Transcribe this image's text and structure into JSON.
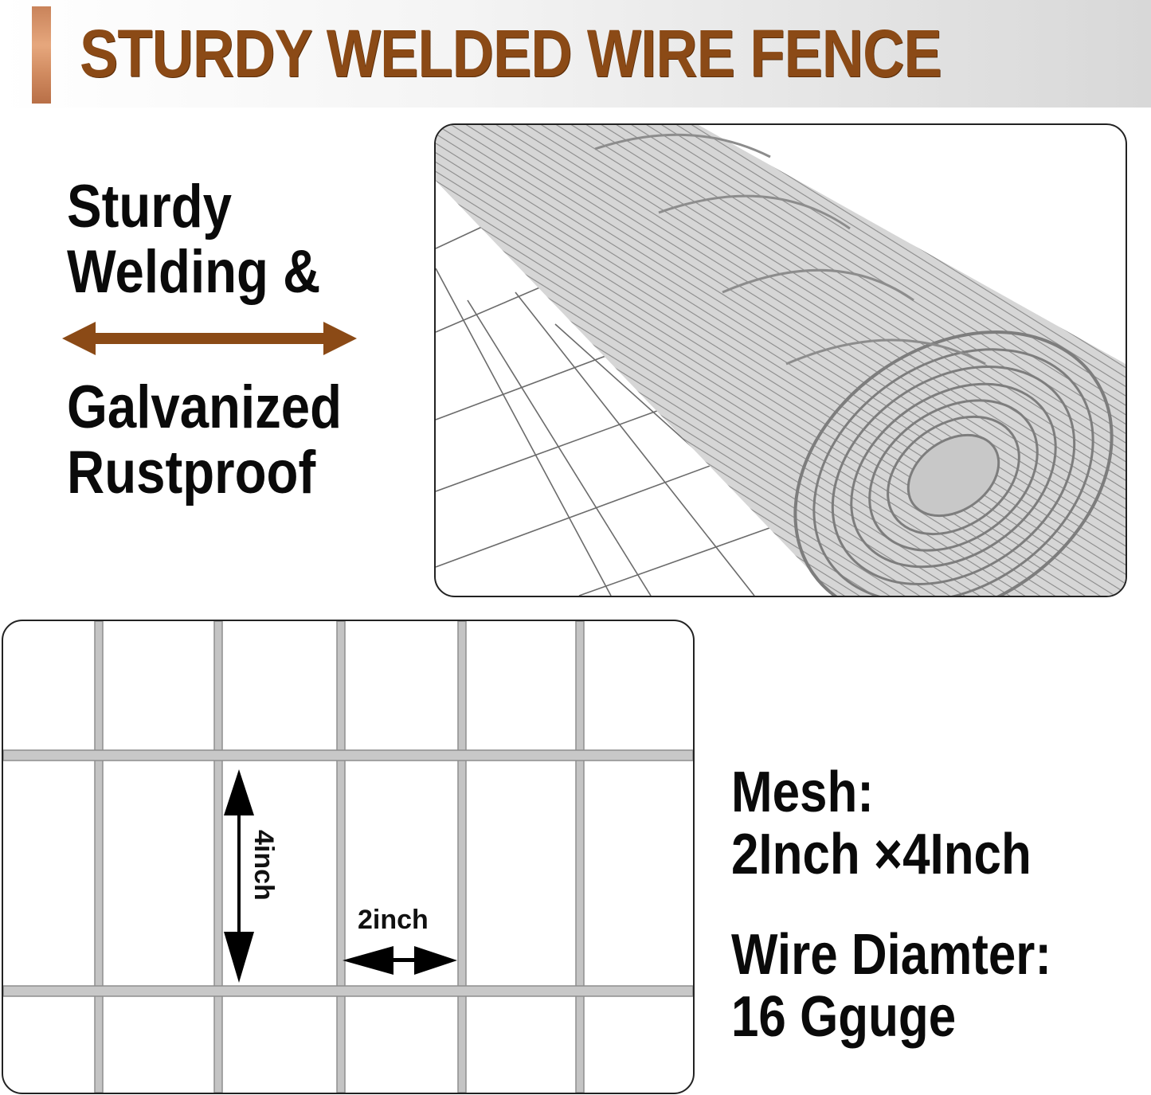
{
  "banner": {
    "title": "STURDY WELDED WIRE FENCE",
    "accent_color": "#8b4a16",
    "bar_color": "#d08a5f"
  },
  "features": {
    "line1": "Sturdy",
    "line2": "Welding &",
    "arrow_icon": "double-arrow-horizontal",
    "arrow_color": "#8b4a16",
    "line3": "Galvanized",
    "line4": "Rustproof"
  },
  "images": {
    "roll": "galvanized-wire-mesh-roll",
    "mesh_closeup": "welded-wire-mesh-closeup"
  },
  "dimensions": {
    "vertical_label": "4inch",
    "horizontal_label": "2inch"
  },
  "specs": {
    "mesh_label": "Mesh:",
    "mesh_value": "2Inch ×4Inch",
    "wire_label": "Wire Diamter:",
    "wire_value": "16 Gguge"
  }
}
